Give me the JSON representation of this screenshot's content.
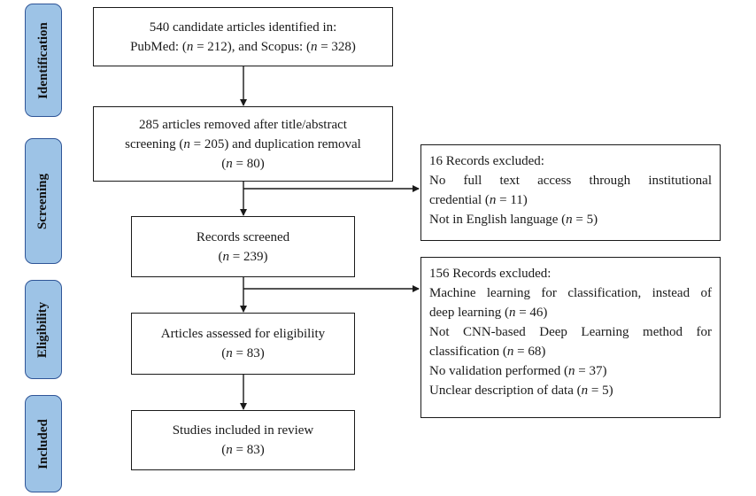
{
  "phases": [
    "Identification",
    "Screening",
    "Eligibility",
    "Included"
  ],
  "identification": {
    "line1": "540 candidate articles identified in:",
    "line2": "PubMed: (n = 212), and Scopus: (n = 328)"
  },
  "removed": {
    "line1": "285 articles removed after title/abstract",
    "line2": "screening (n = 205) and duplication removal",
    "line3": "(n = 80)"
  },
  "screened": {
    "line1": "Records screened",
    "line2": "(n = 239)"
  },
  "excluded_screening": {
    "title": "16 Records excluded:",
    "items": [
      "No full text access through institutional",
      "credential (n = 11)",
      "Not in English language (n = 5)"
    ]
  },
  "eligibility": {
    "line1": "Articles assessed for eligibility",
    "line2": "(n = 83)"
  },
  "excluded_eligibility": {
    "title": "156 Records excluded:",
    "items": [
      "Machine learning for classification, instead of",
      "deep learning (n = 46)",
      "Not CNN-based Deep Learning method for",
      "classification (n = 68)",
      "No validation performed (n = 37)",
      "Unclear description of data (n = 5)"
    ]
  },
  "included": {
    "line1": "Studies included in review",
    "line2": "(n = 83)"
  }
}
